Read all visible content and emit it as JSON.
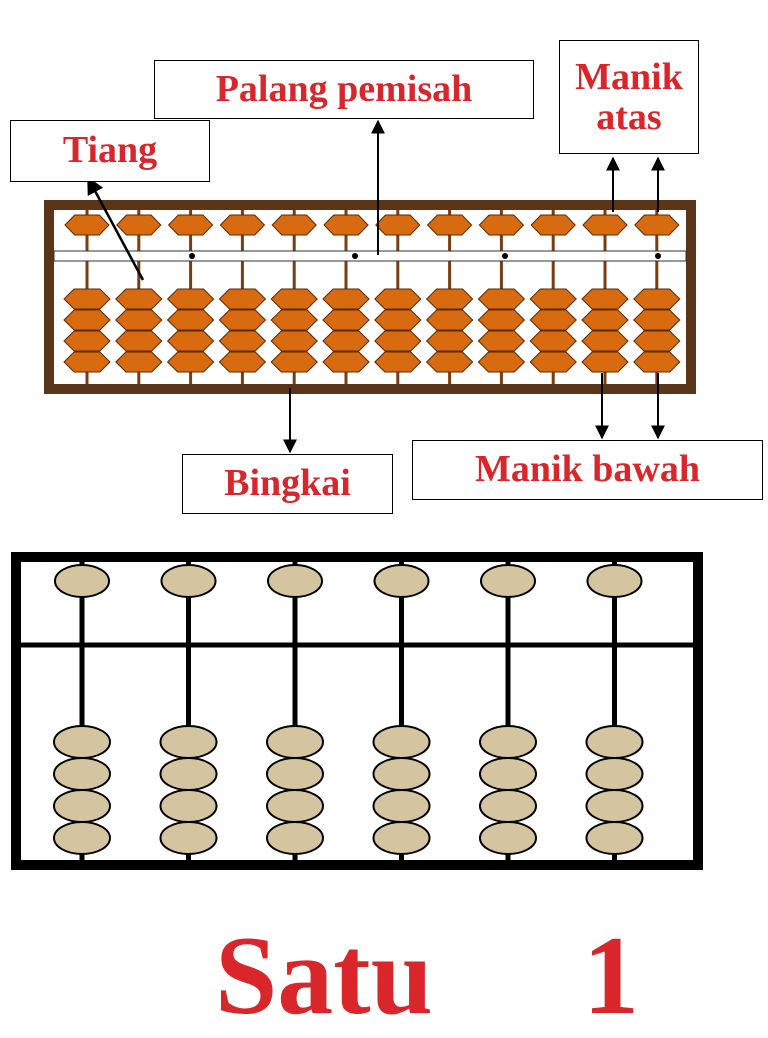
{
  "labels": {
    "palang_pemisah": "Palang pemisah",
    "tiang": "Tiang",
    "manik_atas": "Manik atas",
    "bingkai": "Bingkai",
    "manik_bawah": "Manik bawah"
  },
  "number_word": "Satu",
  "number_digit": "1",
  "colors": {
    "label_text": "#d9262b",
    "abacus_frame": "#5a3517",
    "abacus_bead": "#d86a10",
    "simple_bead": "#d4c5a0",
    "simple_frame": "#000000"
  },
  "top_abacus": {
    "rods": 12
  },
  "simple_abacus": {
    "rods": 6,
    "upper_beads_per_rod": 1,
    "lower_beads_per_rod": 4
  }
}
